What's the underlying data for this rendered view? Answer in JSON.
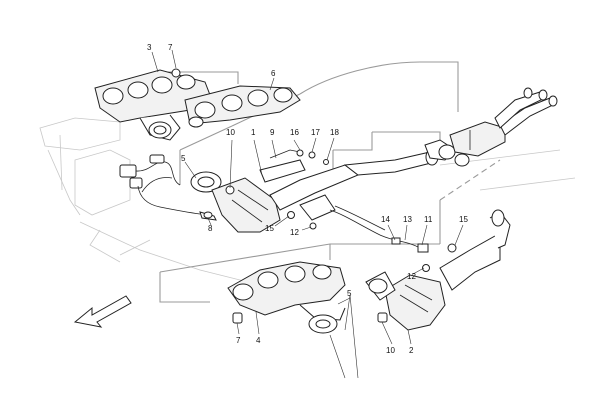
{
  "callouts": {
    "c1": "1",
    "c2": "2",
    "c3": "3",
    "c4": "4",
    "c5a": "5",
    "c5b": "5",
    "c6": "6",
    "c7a": "7",
    "c7b": "7",
    "c8": "8",
    "c9": "9",
    "c10a": "10",
    "c10b": "10",
    "c11": "11",
    "c12a": "12",
    "c12b": "12",
    "c13": "13",
    "c14": "14",
    "c15a": "15",
    "c15b": "15",
    "c16": "16",
    "c17": "17",
    "c18": "18"
  }
}
